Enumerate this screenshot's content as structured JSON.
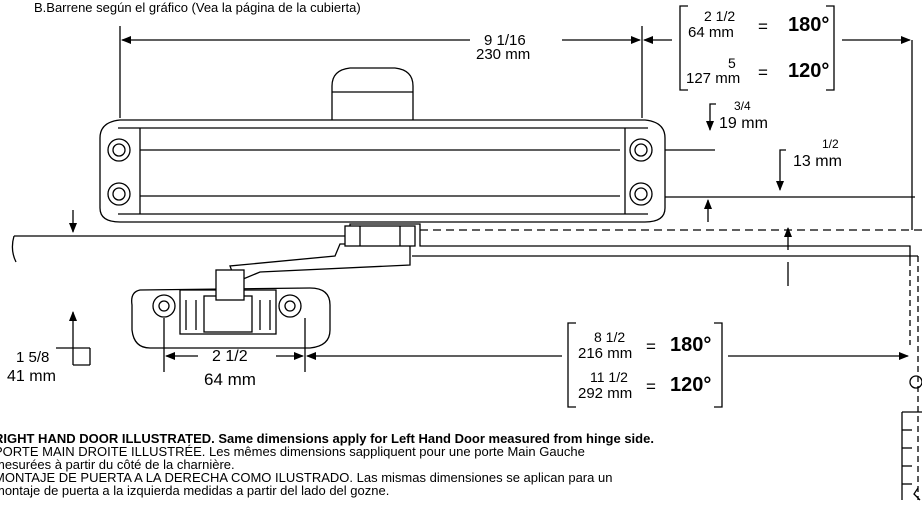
{
  "caption_top": "B.Barrene según el gráfico (Vea la página de la cubierta)",
  "dims": {
    "overall": {
      "fraction": "9 1/16",
      "metric": "230 mm"
    },
    "top_offset": {
      "fraction": "3/4",
      "metric": "19 mm"
    },
    "second_offset": {
      "fraction": "1/2",
      "metric": "13 mm"
    },
    "bracket_holes": {
      "fraction": "2 1/2",
      "metric": "64 mm"
    },
    "bracket_drop": {
      "fraction": "1 5/8",
      "metric": "41 mm"
    }
  },
  "box_top": {
    "row1": {
      "fraction": "2 1/2",
      "metric": "64 mm",
      "eq": "=",
      "angle": "180°"
    },
    "row2": {
      "fraction": "5",
      "metric": "127 mm",
      "eq": "=",
      "angle": "120°"
    }
  },
  "box_bottom": {
    "row1": {
      "fraction": "8 1/2",
      "metric": "216 mm",
      "eq": "=",
      "angle": "180°"
    },
    "row2": {
      "fraction": "11 1/2",
      "metric": "292 mm",
      "eq": "=",
      "angle": "120°"
    }
  },
  "notes": {
    "en": "RIGHT HAND DOOR ILLUSTRATED. Same dimensions apply for Left Hand Door measured from hinge side.",
    "fr_line1": "PORTE MAIN DROITE ILLUSTRÉE. Les mêmes dimensions sappliquent pour une porte Main Gauche",
    "fr_line2": "mesurées à partir du côté de la charnière.",
    "es_line1": "MONTAJE DE PUERTA A LA DERECHA COMO ILUSTRADO. Las mismas dimensiones se aplican para un",
    "es_line2": "montaje de puerta a la izquierda medidas a partir del lado del gozne."
  }
}
